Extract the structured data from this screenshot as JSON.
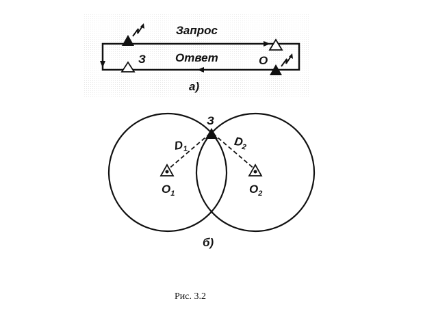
{
  "panel_a": {
    "request_label": "Запрос",
    "response_label": "Ответ",
    "station_left": "З",
    "station_right": "О",
    "panel_label": "а)"
  },
  "panel_b": {
    "station_top": "З",
    "distance_1": "D",
    "distance_1_sub": "1",
    "distance_2": "D",
    "distance_2_sub": "2",
    "origin_1": "О",
    "origin_1_sub": "1",
    "origin_2": "О",
    "origin_2_sub": "2",
    "panel_label": "б)"
  },
  "caption": "Рис. 3.2"
}
